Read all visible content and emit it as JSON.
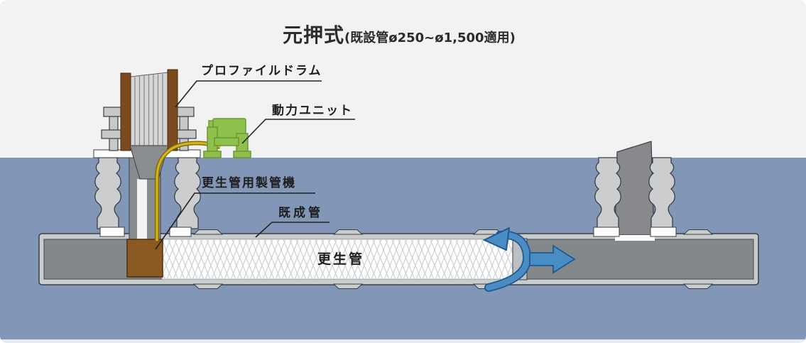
{
  "title": {
    "main": "元押式",
    "sub": "(既設管ø250~ø1,500適用)"
  },
  "callouts": {
    "profile_drum": "プロファイルドラム",
    "power_unit": "動力ユニット",
    "pipe_making_machine": "更生管用製管機",
    "existing_pipe": "既成管",
    "rehab_pipe": "更生管"
  },
  "icons": {
    "rotation_arrow": "spiral-winding-direction",
    "flow_arrow": "advance-direction-right"
  },
  "colors": {
    "background_top": "#f2f2f3",
    "ground": "#8297b8",
    "pipe_wall": "#c9cccc",
    "pipe_interior": "#85888b",
    "liner_white": "#ffffff",
    "liner_hatch": "#c5cad0",
    "machine_brown": "#8a5a22",
    "drum_post_brown": "#7c4a1f",
    "drum_gray": "#d6d6d6",
    "power_unit_green": "#8fbf4d",
    "arrow_blue": "#4a8cc4",
    "arrow_blue_outline": "#1d5a94",
    "cable_yellow": "#d4b41e",
    "bottom_strip": "#e7ecf3"
  }
}
